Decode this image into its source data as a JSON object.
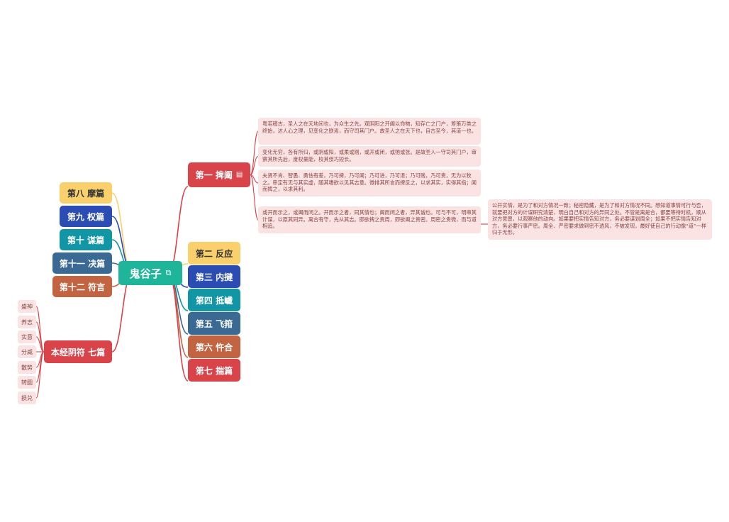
{
  "colors": {
    "root": "#1eb59a",
    "red": "#d9434a",
    "yellow": "#f9d06c",
    "blue": "#2b4db3",
    "teal": "#1296a6",
    "slate": "#3a6a93",
    "brown": "#c26441",
    "note_bg": "#fbe3e3",
    "note_text": "#8a4444"
  },
  "root": {
    "label": "鬼谷子",
    "icon": "link-icon"
  },
  "right": [
    {
      "label": "第一 捭阖",
      "color": "red",
      "icon": "note-icon",
      "notes": [
        "粤若稽古，圣人之在天地间也，为众生之先。观阴阳之开阖以命物，知存亡之门户，筹策万类之终始，达人心之理，见变化之朕焉，而守司其门户。故圣人之在天下也，自古至今，其道一也。",
        "变化无穷，各有所归，或阴或阳，或柔或刚，或开或闭，或弛或张。是故圣人一守司其门户，审察其所先后，度权量能，校其伎巧短长。",
        "夫贤不肖、智愚、勇怯有差，乃可捭，乃可阖；乃可进，乃可退；乃可贱，乃可贵，无为以牧之。审定有无与其实虚，随其嗜欲以见其志意。微排其所言而捭反之，以求其实，实得其指；阖而捭之，以求其利。",
        "或开而示之，或阖而闭之。开而示之者，同其情也；阖而闭之者，异其诚也。可与不可，明审其计谋，以原其同异。离合有守，先从其志。即欲捭之贵周，即欲阖之贵密。周密之贵微，而与道相追。"
      ],
      "sub_note": "公开实情，是为了和对方情况一致；秘密隐藏，是为了和对方情况不同。想知道事情可行与否，就要把对方的计谋研究清楚，明白自己和对方的异同之处。不管是离是合，都要等待时机，顺从对方意愿，以观察他的动向。如果要把实情告知对方，务必要谋划周全；如果不把实情告知对方，务必要行事严密。周全、严密要求做到密不透风，不被发现，最好使自己的行动像“道”一样归于无形。"
    },
    {
      "label": "第二 反应",
      "color": "yellow"
    },
    {
      "label": "第三 内揵",
      "color": "blue"
    },
    {
      "label": "第四 抵巇",
      "color": "teal"
    },
    {
      "label": "第五 飞箝",
      "color": "slate"
    },
    {
      "label": "第六 忤合",
      "color": "brown"
    },
    {
      "label": "第七 揣篇",
      "color": "red"
    }
  ],
  "left": [
    {
      "label": "第八 摩篇",
      "color": "yellow"
    },
    {
      "label": "第九 权篇",
      "color": "blue"
    },
    {
      "label": "第十 谋篇",
      "color": "teal"
    },
    {
      "label": "第十一 决篇",
      "color": "slate"
    },
    {
      "label": "第十二 符言",
      "color": "brown"
    },
    {
      "label": "本经阴符 七篇",
      "color": "red",
      "children": [
        "盛神",
        "养志",
        "实意",
        "分威",
        "散势",
        "转圆",
        "损兑"
      ]
    }
  ]
}
